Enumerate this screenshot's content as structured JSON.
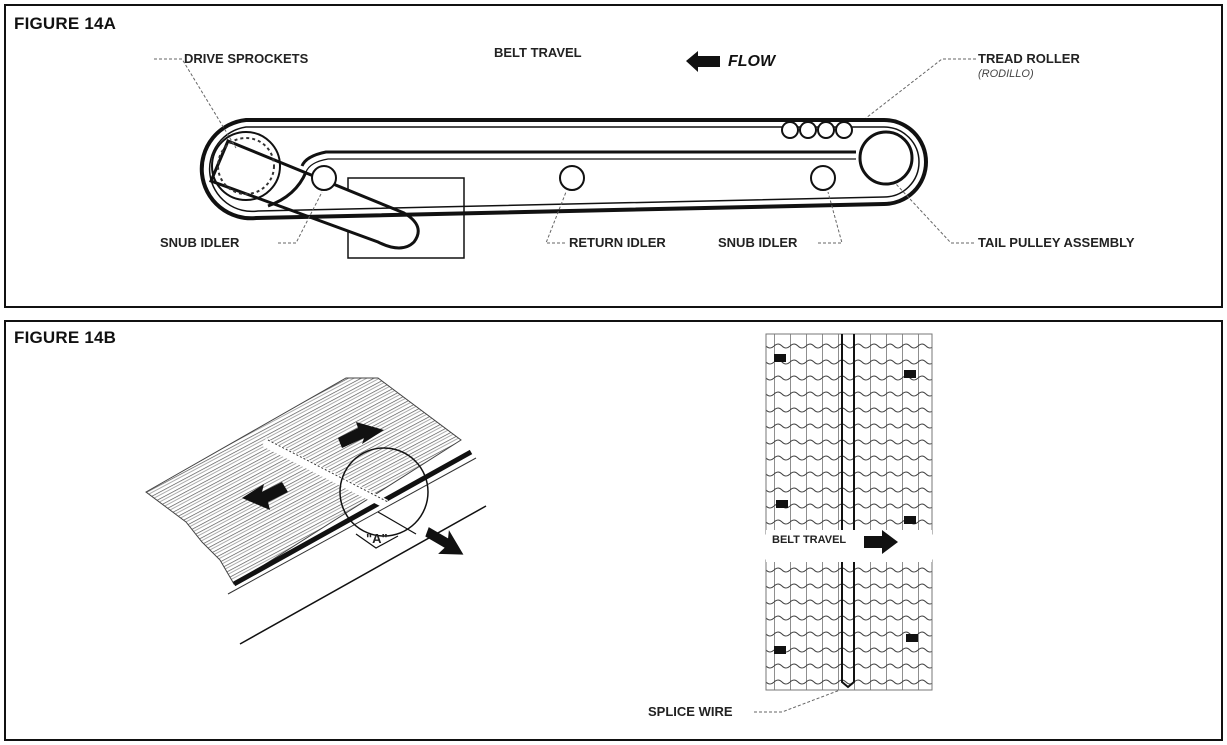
{
  "figure_a": {
    "title": "FIGURE 14A",
    "labels": {
      "drive_sprockets": "DRIVE SPROCKETS",
      "belt_travel": "BELT TRAVEL",
      "flow": "FLOW",
      "tread_roller": "TREAD ROLLER",
      "tread_roller_sub": "(RODILLO)",
      "snub_idler_left": "SNUB IDLER",
      "return_idler": "RETURN IDLER",
      "snub_idler_right": "SNUB IDLER",
      "tail_pulley": "TAIL PULLEY ASSEMBLY"
    }
  },
  "figure_b": {
    "title": "FIGURE 14B",
    "labels": {
      "dimension_a": "\"A\"",
      "belt_travel": "BELT TRAVEL",
      "splice_wire": "SPLICE WIRE"
    }
  }
}
